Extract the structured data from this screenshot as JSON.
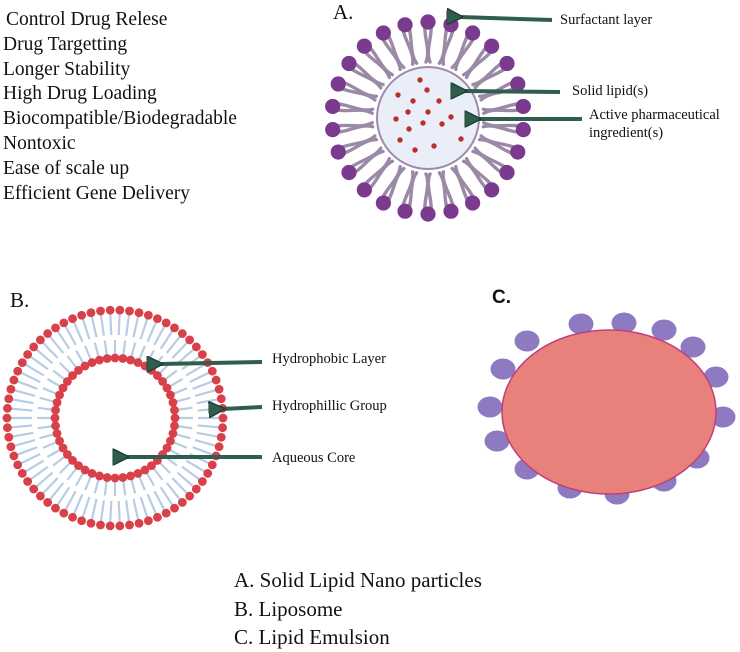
{
  "properties": [
    "Control Drug Relese",
    "Drug Targetting",
    "Longer Stability",
    "High Drug Loading",
    "Biocompatible/Biodegradable",
    "Nontoxic",
    "Ease of scale up",
    "Efficient Gene Delivery"
  ],
  "panel_a": {
    "letter": "A.",
    "labels": {
      "surfactant": "Surfactant layer",
      "solid_lipid": "Solid lipid(s)",
      "api": [
        "Active pharmaceutical",
        "ingredient(s)"
      ]
    }
  },
  "panel_b": {
    "letter": "B.",
    "labels": {
      "hydrophobic": "Hydrophobic Layer",
      "hydrophilic": "Hydrophillic Group",
      "core": "Aqueous Core"
    }
  },
  "panel_c": {
    "letter": "C."
  },
  "legend": [
    "A. Solid Lipid Nano particles",
    "B. Liposome",
    "C. Lipid Emulsion"
  ],
  "colors": {
    "surfactant_head": "#7a3a8e",
    "surfactant_tail": "#9b8aa6",
    "solid_lipid_core": "#e9eef8",
    "api_dot": "#b8322a",
    "liposome_head": "#d8404a",
    "liposome_tail": "#b7cde6",
    "emulsion_oil": "#e8807c",
    "emulsion_droplet": "#8d7ac0",
    "arrow": "#2f5d4e"
  }
}
